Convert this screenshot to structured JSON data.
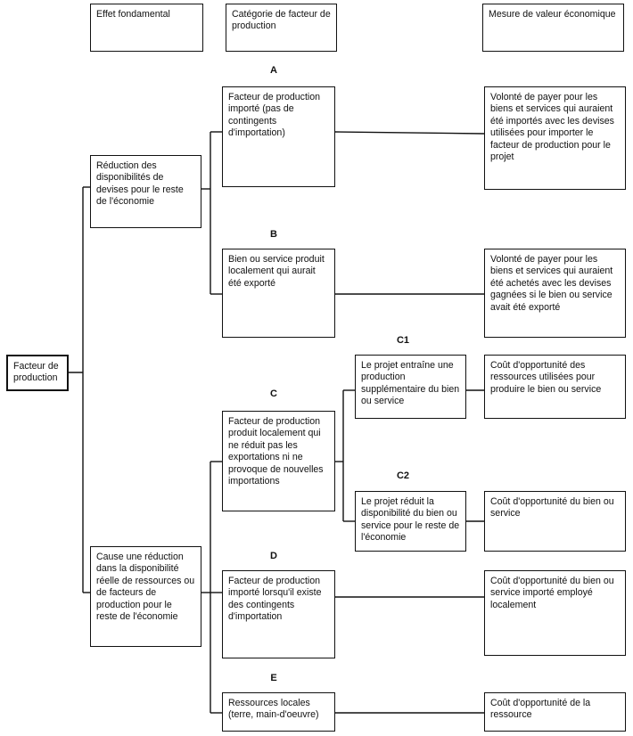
{
  "headers": {
    "effet": "Effet fondamental",
    "categorie": "Catégorie de facteur de production",
    "mesure": "Mesure de valeur économique"
  },
  "root": "Facteur de production",
  "effects": {
    "reduction": "Réduction des disponibilités de devises pour le reste de l'économie",
    "cause": "Cause une réduction dans la disponibilité réelle de ressources ou de facteurs de production pour le reste de l'économie"
  },
  "categories": {
    "A": {
      "tag": "A",
      "text": "Facteur de production importé (pas de contingents d'importation)"
    },
    "B": {
      "tag": "B",
      "text": "Bien ou service produit localement qui aurait été exporté"
    },
    "C": {
      "tag": "C",
      "text": "Facteur de production produit localement qui ne réduit pas les exportations ni ne provoque de nouvelles importations"
    },
    "D": {
      "tag": "D",
      "text": "Facteur de production importé lorsqu'il existe des contingents d'importation"
    },
    "E": {
      "tag": "E",
      "text": "Ressources locales (terre, main-d'oeuvre)"
    }
  },
  "subcategories": {
    "C1": {
      "tag": "C1",
      "text": "Le projet entraîne une production supplémentaire du bien ou service"
    },
    "C2": {
      "tag": "C2",
      "text": "Le projet réduit la disponibilité du bien ou service pour le reste de l'économie"
    }
  },
  "measures": {
    "A": "Volonté de payer pour les biens et services qui auraient été importés avec les devises utilisées pour importer le facteur de production pour le projet",
    "B": "Volonté de payer pour les biens et services qui auraient été achetés avec les devises gagnées si le bien ou service avait été exporté",
    "C1": "Coût d'opportunité des ressources utilisées pour produire le bien ou service",
    "C2": "Coût d'opportunité du bien ou service",
    "D": "Coût d'opportunité du bien ou service importé employé localement",
    "E": "Coût d'opportunité de la ressource"
  }
}
